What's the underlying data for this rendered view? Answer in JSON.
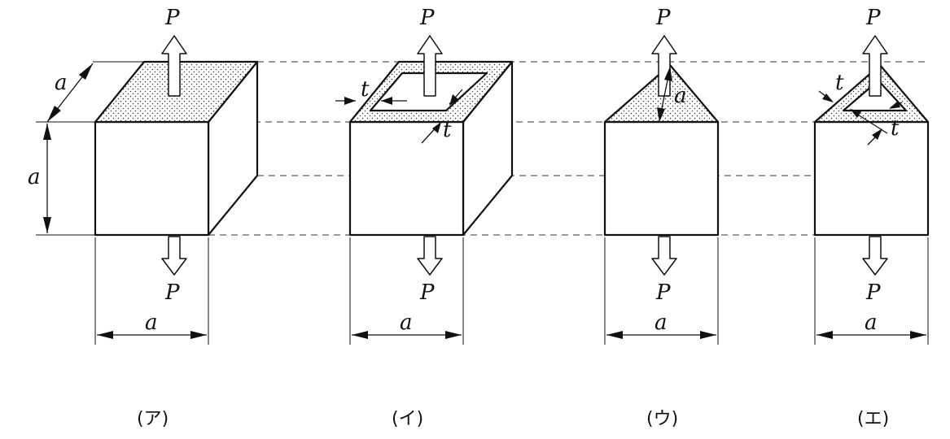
{
  "labels": {
    "force": "P",
    "side": "a",
    "thickness": "t"
  },
  "captions": [
    "(ア)",
    "(イ)",
    "(ウ)",
    "(エ)"
  ],
  "figures": [
    {
      "id": "a",
      "cross_section": "solid-square"
    },
    {
      "id": "i",
      "cross_section": "hollow-square"
    },
    {
      "id": "u",
      "cross_section": "solid-triangle"
    },
    {
      "id": "e",
      "cross_section": "hollow-triangle"
    }
  ]
}
